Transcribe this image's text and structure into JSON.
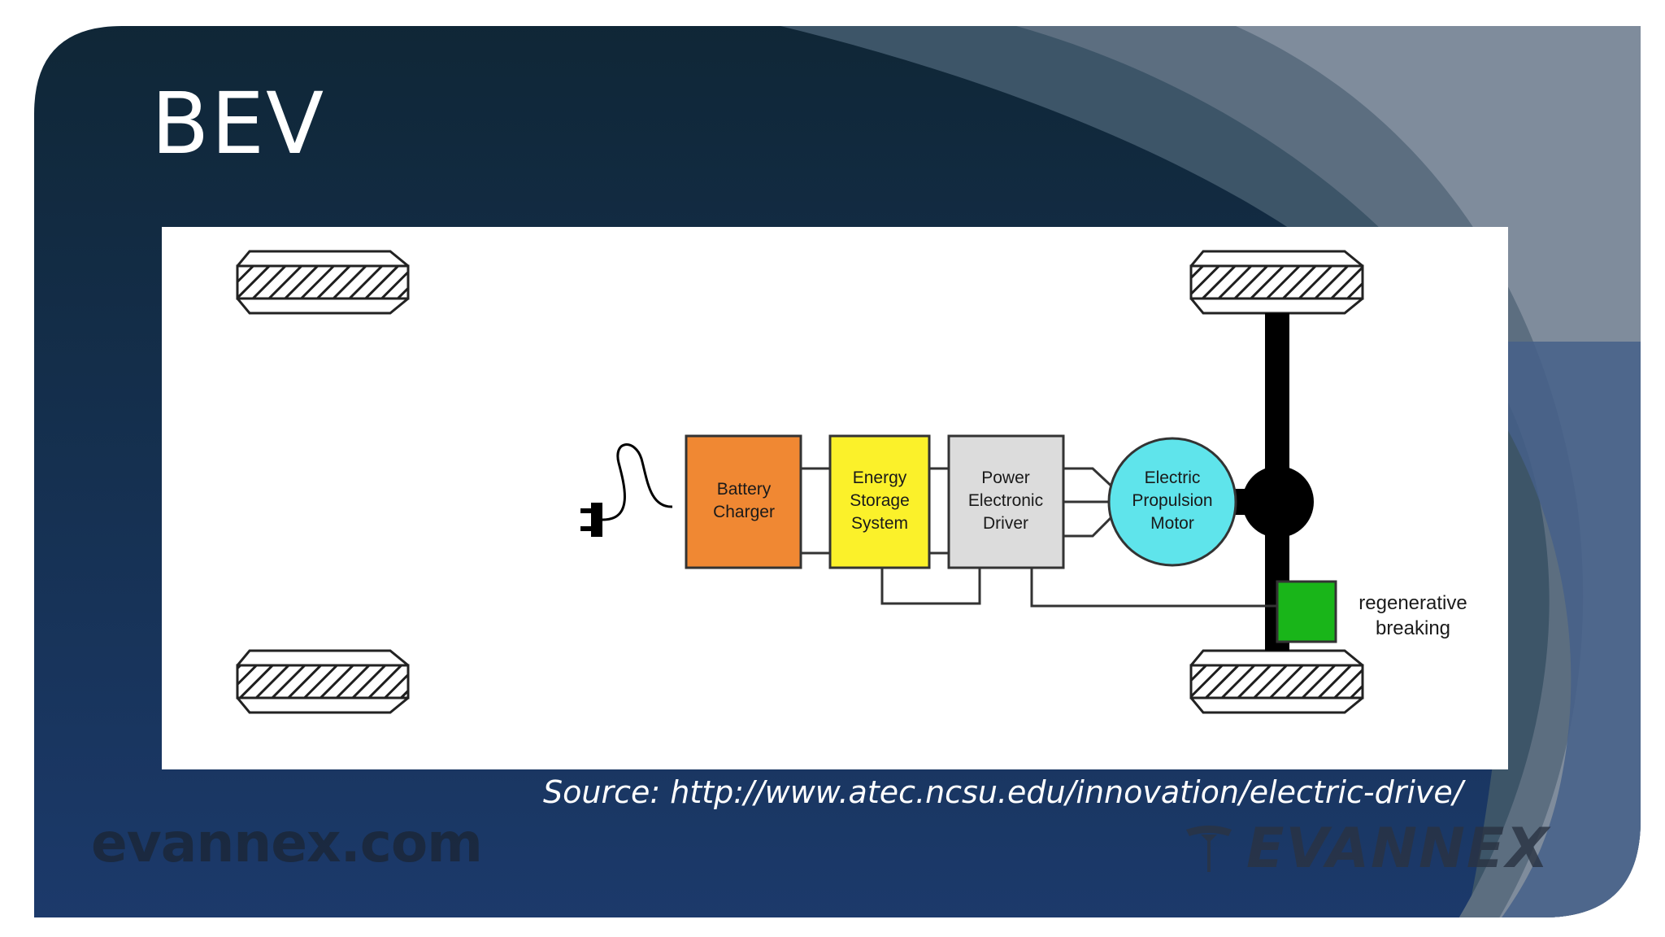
{
  "slide": {
    "title": "BEV",
    "source": "Source: http://www.atec.ncsu.edu/innovation/electric-drive/",
    "watermark_left": "evannex.com",
    "watermark_right": "EVANNEX"
  },
  "diagram": {
    "components": {
      "battery_charger": [
        "Battery",
        "Charger"
      ],
      "energy_storage": [
        "Energy",
        "Storage",
        "System"
      ],
      "power_electronic": [
        "Power",
        "Electronic",
        "Driver"
      ],
      "motor": [
        "Electric",
        "Propulsion",
        "Motor"
      ],
      "regen": [
        "regenerative",
        "breaking"
      ]
    }
  },
  "colors": {
    "battery_charger": "#f08833",
    "energy_storage": "#fbf12a",
    "power_electronic": "#dcdcdc",
    "motor": "#5fe4eb",
    "regen": "#19b519",
    "background_dark": "#102a3c",
    "background_light": "#7e8a99"
  }
}
